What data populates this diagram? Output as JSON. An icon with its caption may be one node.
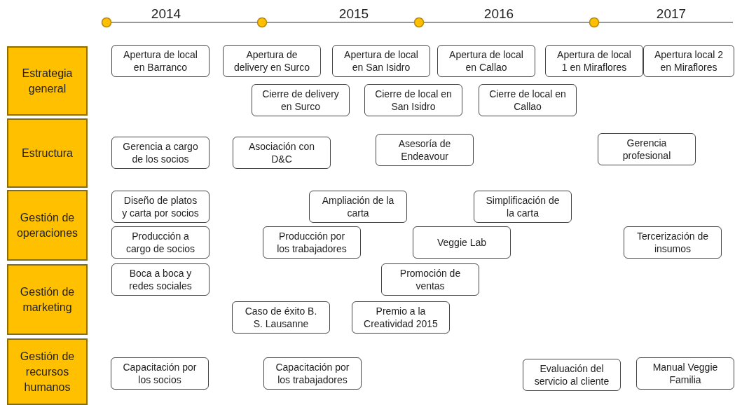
{
  "diagram": {
    "nodes": [
      {
        "text": [
          "Estrategia general"
        ]
      },
      {
        "text": [
          "Estructura"
        ]
      },
      {
        "text": [
          "Gestión de operaciones"
        ]
      },
      {
        "text": [
          "Gestión de marketing"
        ]
      },
      {
        "text": [
          "Gestión de recursos humanos"
        ]
      },
      {
        "text": [
          "Apertura de local en Barranco"
        ]
      },
      {
        "text": [
          "Apertura de delivery en Surco"
        ]
      },
      {
        "text": [
          "Apertura de local en San Isidro"
        ]
      },
      {
        "text": [
          "Apertura de local en Callao"
        ]
      },
      {
        "text": [
          "Apertura de local 1 en Miraflores"
        ]
      },
      {
        "text": [
          "Apertura local 2 en Miraflores"
        ]
      },
      {
        "text": [
          "Cierre de delivery en Surco"
        ]
      },
      {
        "text": [
          "Cierre de local en San Isidro"
        ]
      },
      {
        "text": [
          "Cierre de local en Callao"
        ]
      },
      {
        "text": [
          "Gerencia a cargo de los socios"
        ]
      },
      {
        "text": [
          "Asociación con D&C"
        ]
      },
      {
        "text": [
          "Asesoría de Endeavour"
        ]
      },
      {
        "text": [
          "Gerencia profesional"
        ]
      },
      {
        "text": [
          "Diseño de platos y carta por socios"
        ]
      },
      {
        "text": [
          "Ampliación de la carta"
        ]
      },
      {
        "text": [
          "Simplificación de la carta"
        ]
      },
      {
        "text": [
          "Producción a cargo de socios"
        ]
      },
      {
        "text": [
          "Producción por los trabajadores"
        ]
      },
      {
        "text": [
          "Veggie Lab"
        ]
      },
      {
        "text": [
          "Tercerización de insumos"
        ]
      },
      {
        "text": [
          "Boca a boca y redes sociales"
        ]
      },
      {
        "text": [
          "Promoción de ventas"
        ]
      },
      {
        "text": [
          "Caso de éxito B. S. Lausanne"
        ]
      },
      {
        "text": [
          "Premio a la Creatividad 2015"
        ]
      },
      {
        "text": [
          "Capacitación por los socios"
        ]
      },
      {
        "text": [
          "Capacitación por los trabajadores"
        ]
      },
      {
        "text": [
          "Evaluación del servicio al cliente"
        ]
      },
      {
        "text": [
          "Manual Veggie Familia"
        ]
      }
    ],
    "labels": [
      "2014",
      "2015",
      "2016",
      "2017"
    ]
  }
}
